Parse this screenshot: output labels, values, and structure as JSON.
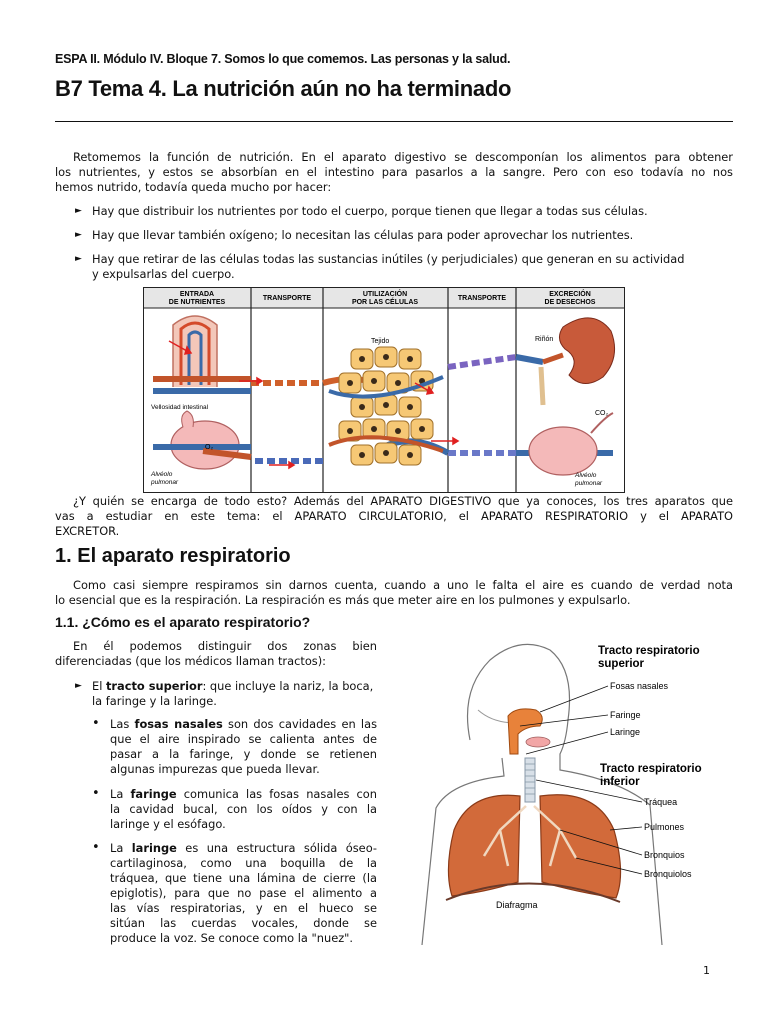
{
  "header": {
    "course": "ESPA II. Módulo IV. Bloque 7. Somos lo que comemos. Las personas y la salud."
  },
  "title": "B7 Tema 4. La nutrición aún no ha terminado",
  "intro": {
    "line1": "Retomemos la función de nutrición. En el aparato digestivo se descomponían los alimentos para obtener",
    "line2": "los nutrientes, y estos se absorbían en el intestino para pasarlos a la sangre. Pero con eso todavía no nos",
    "line3": "hemos nutrido, todavía queda mucho por hacer:",
    "bullets": [
      "Hay que distribuir los nutrientes por todo el cuerpo, porque tienen que llegar a todas sus células.",
      "Hay que llevar también oxígeno; lo necesitan las células para poder aprovechar los nutrientes.",
      "Hay que retirar de las células todas las sustancias inútiles (y perjudiciales) que generan en su actividad",
      "y expulsarlas del cuerpo."
    ]
  },
  "figure1": {
    "columns": [
      "ENTRADA",
      "DE NUTRIENTES",
      "TRANSPORTE",
      "UTILIZACIÓN",
      "POR LAS CÉLULAS",
      "TRANSPORTE",
      "EXCRECIÓN",
      "DE DESECHOS"
    ],
    "labels": {
      "tejido": "Tejido",
      "rinon": "Riñón",
      "vellosidad": "Vellosidad intestinal",
      "alveolo1": "Alvéolo",
      "alveolo2": "pulmonar",
      "o2": "O₂",
      "co2": "CO₂"
    }
  },
  "transition": {
    "line1": "¿Y quién se encarga de todo esto? Además del APARATO DIGESTIVO que ya conoces, los tres aparatos que",
    "line2": "vas a estudiar en este tema: el APARATO CIRCULATORIO, el APARATO RESPIRATORIO y el APARATO",
    "line3": "EXCRETOR."
  },
  "section1": {
    "heading": "1. El aparato respiratorio",
    "line1": "Como casi siempre respiramos sin darnos cuenta, cuando a uno le falta el aire es cuando de verdad nota",
    "line2": "lo esencial que es la respiración. La respiración es más que meter aire en los pulmones y expulsarlo."
  },
  "section11": {
    "heading": "1.1. ¿Cómo es el aparato respiratorio?",
    "p1": "En él podemos distinguir dos zonas bien",
    "p2": "diferenciadas (que los médicos llaman tractos):",
    "tracto_pre": "El ",
    "tracto_term": "tracto superior",
    "tracto_post": ": que incluye la nariz, la boca,",
    "tracto_l2": "la faringe y la laringe.",
    "fosas": {
      "pre": "Las ",
      "term": "fosas nasales",
      "post": " son dos cavidades en las",
      "l2": "que el aire inspirado se calienta antes de",
      "l3": "pasar a la faringe, y donde se retienen",
      "l4": "algunas impurezas que pueda llevar."
    },
    "faringe": {
      "pre": "La ",
      "term": "faringe",
      "post": " comunica las fosas nasales con",
      "l2": "la cavidad bucal, con los oídos y con la",
      "l3": "laringe y el esófago."
    },
    "laringe": {
      "pre": "La ",
      "term": "laringe",
      "post": " es una estructura sólida óseo-",
      "l2": "cartilaginosa, como una boquilla de la",
      "l3": "tráquea, que tiene una lámina de cierre (la",
      "l4": "epiglotis), para que no pase el alimento a",
      "l5": "las vías respiratorias, y en el hueco se",
      "l6": "sitúan las cuerdas vocales, donde se",
      "l7": "produce la voz. Se conoce como la \"nuez\"."
    }
  },
  "figure2": {
    "superior1": "Tracto respiratorio",
    "superior2": "superior",
    "inferior1": "Tracto respiratorio",
    "inferior2": "inferior",
    "labels": [
      "Fosas nasales",
      "Faringe",
      "Laringe",
      "Tráquea",
      "Pulmones",
      "Bronquios",
      "Bronquiolos"
    ],
    "diafragma": "Diafragma"
  },
  "page_number": "1"
}
